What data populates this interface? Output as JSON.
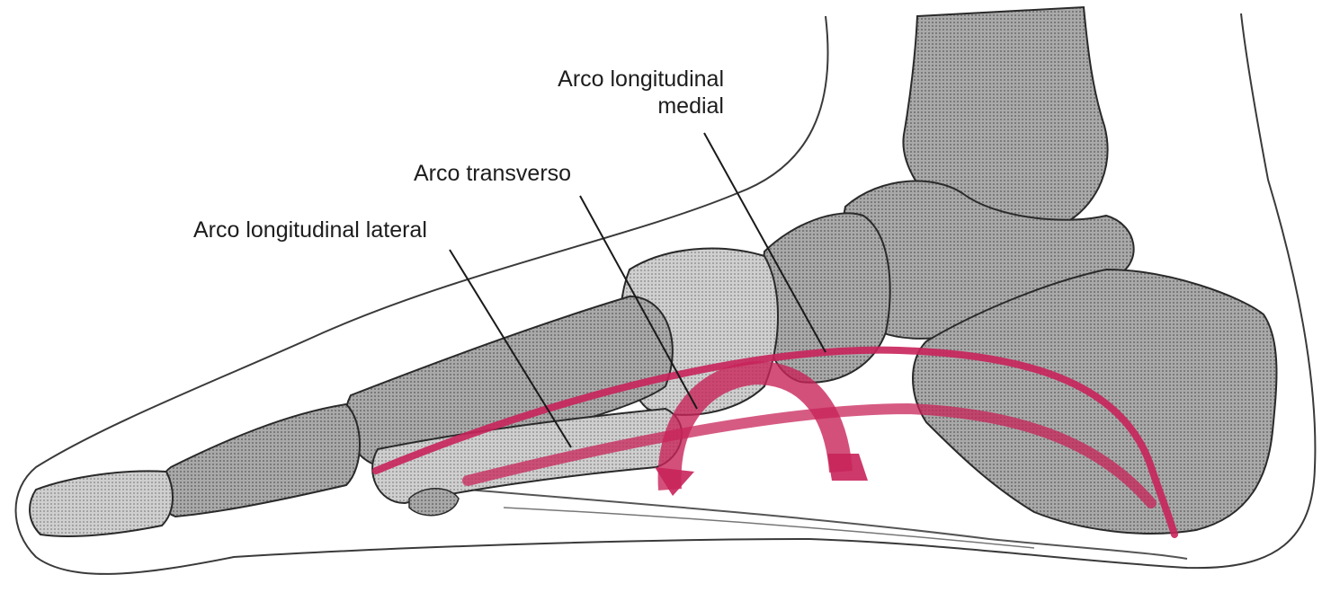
{
  "labels": {
    "medial_line1": "Arco longitudinal",
    "medial_line2": "medial",
    "transverso": "Arco transverso",
    "lateral": "Arco longitudinal lateral"
  },
  "colors": {
    "arch": "#c8245a",
    "bone_fill": "#8f8f8f",
    "bone_light": "#bdbdbd",
    "outline": "#2a2a2a",
    "leader": "#1a1a1a"
  }
}
